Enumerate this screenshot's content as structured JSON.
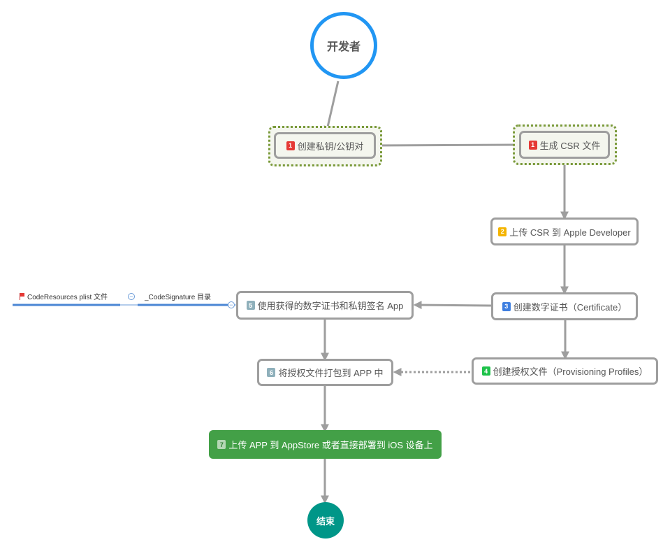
{
  "start": {
    "label": "开发者"
  },
  "end": {
    "label": "结束"
  },
  "nodes": {
    "n1a": {
      "badge": "1",
      "label": "创建私钥/公钥对"
    },
    "n1b": {
      "badge": "1",
      "label": "生成 CSR 文件"
    },
    "n2": {
      "badge": "2",
      "label": "上传 CSR 到 Apple Developer"
    },
    "n3": {
      "badge": "3",
      "label": "创建数字证书（Certificate）"
    },
    "n4": {
      "badge": "4",
      "label": "创建授权文件（Provisioning Profiles）"
    },
    "n5": {
      "badge": "5",
      "label": "使用获得的数字证书和私钥签名 App"
    },
    "n6": {
      "badge": "6",
      "label": "将授权文件打包到 APP 中"
    },
    "n7": {
      "badge": "7",
      "label": "上传 APP 到 AppStore 或者直接部署到 iOS 设备上"
    }
  },
  "branches": {
    "codesignature": {
      "label": "_CodeSignature 目录"
    },
    "coderesources": {
      "label": "CodeResources plist 文件"
    }
  },
  "colors": {
    "start_border": "#2196f3",
    "end_fill": "#009688",
    "final_fill": "#43a047",
    "edge": "#9e9e9e",
    "halo": "#7a9a3a",
    "branch_line": "#4a86d4"
  },
  "icons": [
    "flag-icon",
    "collapse-icon"
  ]
}
